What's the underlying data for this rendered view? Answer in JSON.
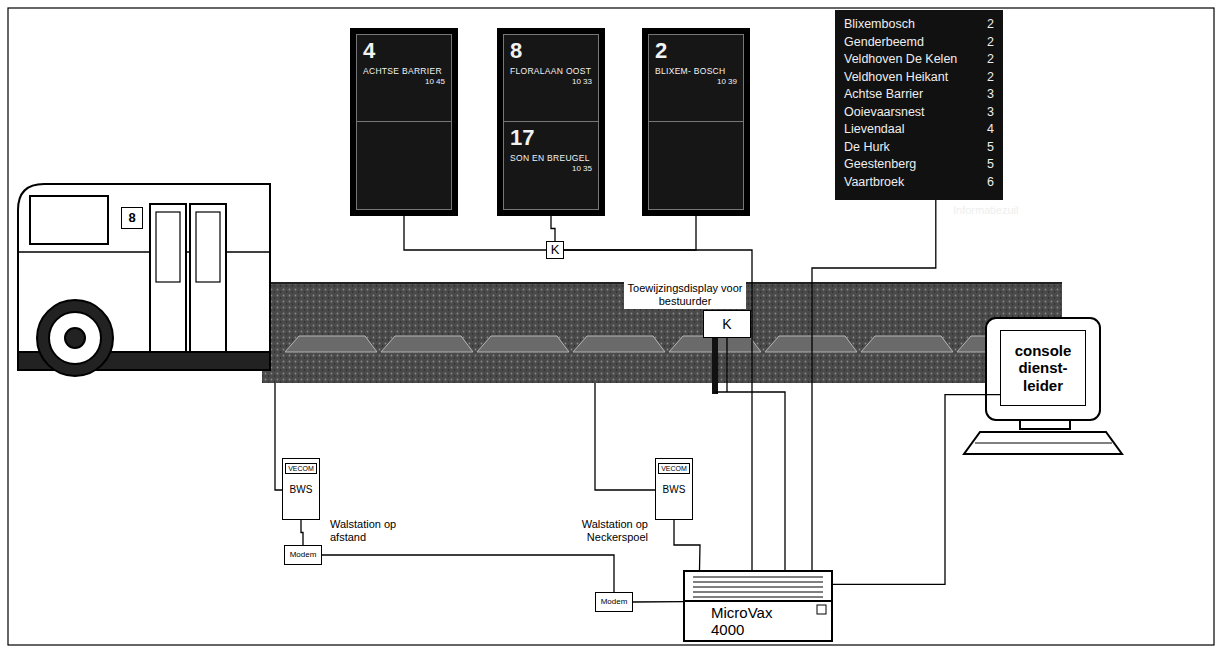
{
  "diagram": {
    "nodes": [
      {
        "text": [
          "4",
          "ACHTSE BARRIER",
          "10 45"
        ]
      },
      {
        "text": [
          "8",
          "FLORALAAN OOST",
          "10 33",
          "17",
          "SON EN BREUGEL",
          "10 35"
        ]
      },
      {
        "text": [
          "2",
          "BLIXEM- BOSCH",
          "10 39"
        ]
      },
      {
        "text": [
          "Blixembosch",
          "2",
          "Genderbeemd",
          "2",
          "Veldhoven De Kelen",
          "2",
          "Veldhoven Heikant",
          "2",
          "Achtse Barrier",
          "3",
          "Ooievaarsnest",
          "3",
          "Lievendaal",
          "4",
          "De Hurk",
          "5",
          "Geestenberg",
          "5",
          "Vaartbroek",
          "6",
          "Informatiezuil"
        ]
      },
      {
        "text": [
          "K"
        ]
      },
      {
        "text": [
          "8"
        ]
      },
      {
        "text": [
          "K",
          "Toewijzingsdisplay voor bestuurder"
        ]
      },
      {
        "text": [
          "VECOM",
          "BWS"
        ]
      },
      {
        "text": [
          "Modem"
        ]
      },
      {
        "text": [
          "VECOM",
          "BWS"
        ]
      },
      {
        "text": [
          "Modem"
        ]
      },
      {
        "text": [
          "console dienst- leider"
        ]
      },
      {
        "text": [
          "MicroVax 4000"
        ]
      }
    ],
    "edges": [
      {
        "from": 0,
        "to": 4,
        "arrow": "none"
      },
      {
        "from": 1,
        "to": 4,
        "arrow": "none"
      },
      {
        "from": 2,
        "to": 4,
        "arrow": "none"
      },
      {
        "from": 4,
        "to": 12,
        "arrow": "none"
      },
      {
        "from": 3,
        "to": 12,
        "arrow": "none"
      },
      {
        "from": 6,
        "to": 12,
        "arrow": "none"
      },
      {
        "from": 7,
        "to": 8,
        "arrow": "none"
      },
      {
        "from": 8,
        "to": 10,
        "arrow": "none"
      },
      {
        "from": 10,
        "to": 12,
        "arrow": "none"
      },
      {
        "from": 9,
        "to": 12,
        "arrow": "none"
      },
      {
        "from": 11,
        "to": 12,
        "arrow": "none"
      }
    ],
    "labels": [
      "Walstation op afstand",
      "Walstation op Neckerspoel"
    ]
  }
}
